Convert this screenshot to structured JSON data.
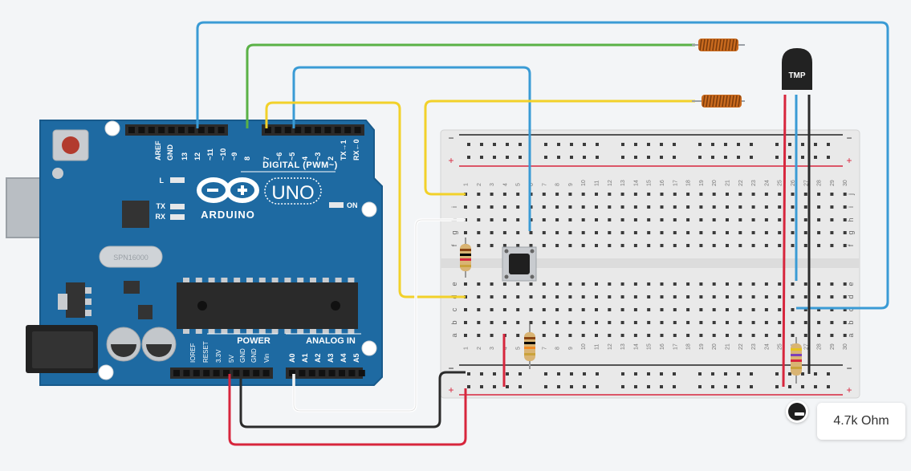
{
  "arduino": {
    "logo_text": "ARDUINO",
    "model": "UNO",
    "digital_label": "DIGITAL (PWM~)",
    "power_label": "POWER",
    "analog_label": "ANALOG IN",
    "crystal_label": "SPN16000",
    "led_labels": [
      "L",
      "TX",
      "RX"
    ],
    "on_label": "ON",
    "digital_pins": [
      "AREF",
      "GND",
      "13",
      "12",
      "~11",
      "~10",
      "~9",
      "8",
      "7",
      "~6",
      "~5",
      "4",
      "~3",
      "2",
      "TX→1",
      "RX←0"
    ],
    "power_pins": [
      "IOREF",
      "RESET",
      "3.3V",
      "5V",
      "GND",
      "GND",
      "Vin"
    ],
    "analog_pins": [
      "A0",
      "A1",
      "A2",
      "A3",
      "A4",
      "A5"
    ]
  },
  "breadboard": {
    "row_letters_top": [
      "j",
      "i",
      "h",
      "g",
      "f"
    ],
    "row_letters_bottom": [
      "e",
      "d",
      "c",
      "b",
      "a"
    ],
    "rail_minus": "−",
    "rail_plus": "+",
    "column_count": 30
  },
  "sensor": {
    "label": "TMP"
  },
  "tooltip": {
    "text": "4.7k Ohm"
  },
  "colors": {
    "board_blue": "#1e6aa2",
    "wire_blue": "#3a9bd5",
    "wire_green": "#5ab146",
    "wire_yellow": "#f2d12a",
    "wire_red": "#d7263d",
    "wire_black": "#2b2b2b",
    "wire_white": "#ffffff"
  }
}
